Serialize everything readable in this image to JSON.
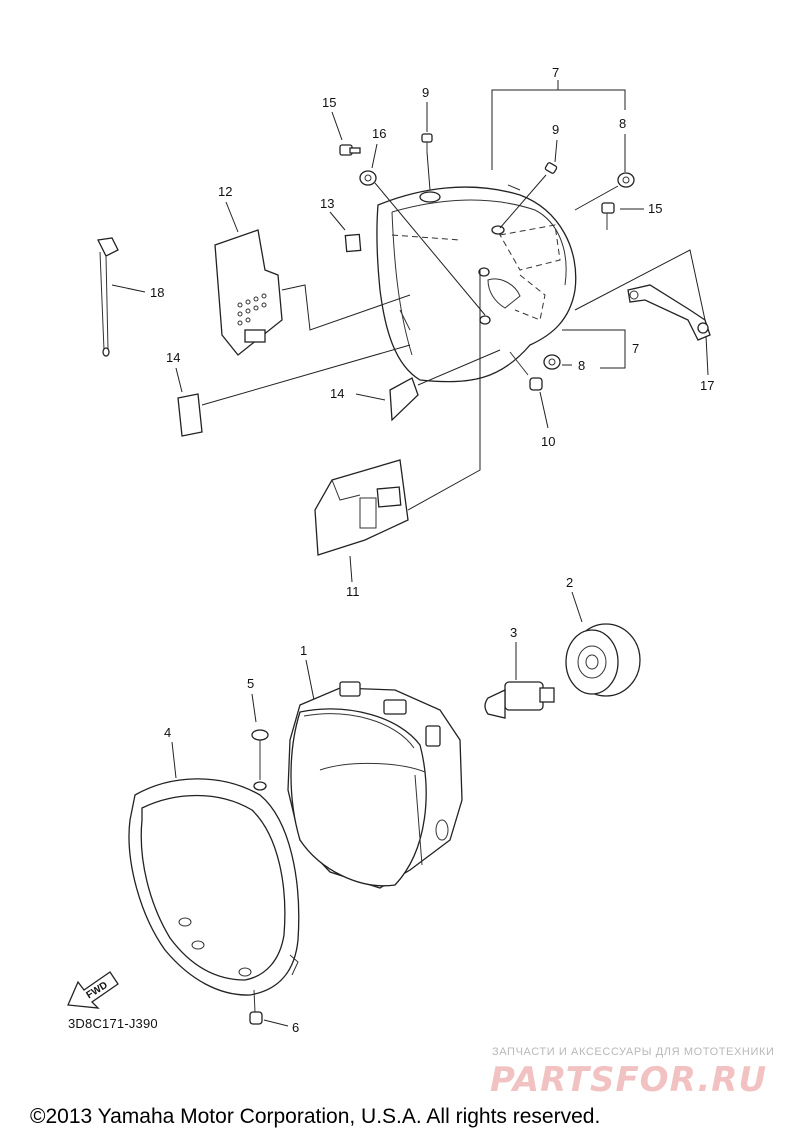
{
  "callouts": {
    "c1": "1",
    "c2": "2",
    "c3": "3",
    "c4": "4",
    "c5": "5",
    "c6": "6",
    "c7a": "7",
    "c7b": "7",
    "c8a": "8",
    "c8b": "8",
    "c9a": "9",
    "c9b": "9",
    "c10": "10",
    "c11": "11",
    "c12": "12",
    "c13": "13",
    "c14a": "14",
    "c14b": "14",
    "c15a": "15",
    "c15b": "15",
    "c16": "16",
    "c17": "17",
    "c18": "18"
  },
  "fwd_label": "FWD",
  "diagram_code": "3D8C171-J390",
  "watermark": {
    "tagline": "ЗАПЧАСТИ И АКСЕССУАРЫ ДЛЯ МОТОТЕХНИКИ",
    "brand": "PARTSFOR.RU"
  },
  "copyright": "©2013 Yamaha Motor Corporation, U.S.A. All rights reserved."
}
